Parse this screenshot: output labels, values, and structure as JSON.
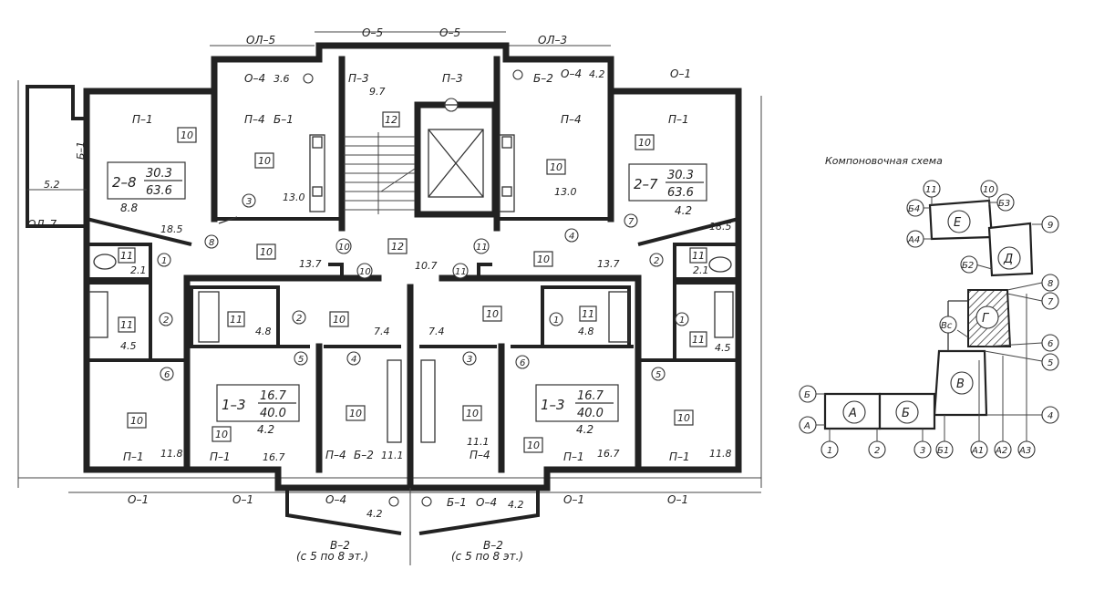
{
  "plan": {
    "windows_top": [
      "ОЛ–5",
      "О–5",
      "О–5",
      "ОЛ–3",
      "О–1"
    ],
    "left_side": {
      "ol7": "ОЛ–7",
      "b1": "Б–1",
      "dim_52": "5.2"
    },
    "stair": {
      "p3a": "П–3",
      "p3b": "П–3",
      "area": "9.7",
      "num": "12"
    },
    "balc_left": {
      "o4": "О–4",
      "area": "3.6"
    },
    "balc_right": {
      "b2": "Б–2",
      "o4": "О–4",
      "area": "4.2"
    },
    "apt_top_left": {
      "n1": "10",
      "p1": "П–1",
      "p4": "П–4",
      "b1": "Б–1",
      "n2": "10",
      "label_a": "2–8",
      "label_num": "30.3",
      "label_den": "63.6",
      "area_88": "8.8",
      "c3": "3",
      "a13": "13.0",
      "a185": "18.5",
      "c8": "8"
    },
    "apt_top_right": {
      "p4": "П–4",
      "p1": "П–1",
      "n1": "10",
      "n2": "10",
      "label_a": "2–7",
      "label_num": "30.3",
      "label_den": "63.6",
      "area_42": "4.2",
      "a13": "13.0",
      "a185": "18.5",
      "c4": "4",
      "c7": "7"
    },
    "corridor": {
      "n10a": "10",
      "n12": "12",
      "n10b": "10",
      "c10a": "10",
      "c10b": "10",
      "c11a": "11",
      "c11b": "11",
      "a137a": "13.7",
      "a107": "10.7",
      "a137b": "13.7",
      "c1a": "1",
      "c2a": "2",
      "c2b": "2"
    },
    "bath_left": {
      "n11a": "11",
      "a21": "2.1",
      "n11b": "11",
      "a45": "4.5",
      "c2": "2",
      "c6": "6"
    },
    "bath_right": {
      "n11a": "11",
      "a21": "2.1",
      "n11b": "11",
      "a45": "4.5",
      "c1": "1",
      "c5": "5"
    },
    "apt_bottom_left": {
      "n11": "11",
      "a48": "4.8",
      "c2": "2",
      "n10a": "10",
      "a74": "7.4",
      "c5": "5",
      "c4": "4",
      "label_a": "1–3",
      "label_num": "16.7",
      "label_den": "40.0",
      "area_42": "4.2",
      "n10b": "10",
      "n10c": "10",
      "p1": "П–1",
      "a167": "16.7",
      "p4": "П–4",
      "b2": "Б–2",
      "a111": "11.1"
    },
    "apt_bottom_right": {
      "a74": "7.4",
      "n10a": "10",
      "c1": "1",
      "n11": "11",
      "a48": "4.8",
      "c3": "3",
      "c6": "6",
      "label_a": "1–3",
      "label_num": "16.7",
      "label_den": "40.0",
      "area_42": "4.2",
      "n10b": "10",
      "n10c": "10",
      "a111": "11.1",
      "p4": "П–4",
      "p1": "П–1",
      "a167": "16.7"
    },
    "room_left_low": {
      "n10": "10",
      "p1": "П–1",
      "a118": "11.8"
    },
    "room_right_low": {
      "n10": "10",
      "p1": "П–1",
      "a118": "11.8"
    },
    "bottom_windows": [
      "О–1",
      "О–1",
      "О–4",
      "Б–1",
      "О–4",
      "О–1",
      "О–1"
    ],
    "bottom_areas": [
      "4.2",
      "4.2"
    ],
    "balcony_v2": [
      "В–2",
      "(с 5 по 8 эт.)",
      "В–2",
      "(с 5 по 8 эт.)"
    ]
  },
  "scheme": {
    "title": "Компоновочная схема",
    "sections": [
      "Е",
      "Д",
      "Г",
      "В",
      "А",
      "Б"
    ],
    "axes": [
      "11",
      "10",
      "Б4",
      "Б3",
      "А4",
      "9",
      "Б2",
      "8",
      "7",
      "Вс",
      "6",
      "5",
      "4",
      "Б",
      "А",
      "1",
      "2",
      "3",
      "Б1",
      "А1",
      "А2",
      "А3"
    ]
  },
  "colors": {
    "line": "#222222",
    "background": "#ffffff"
  }
}
